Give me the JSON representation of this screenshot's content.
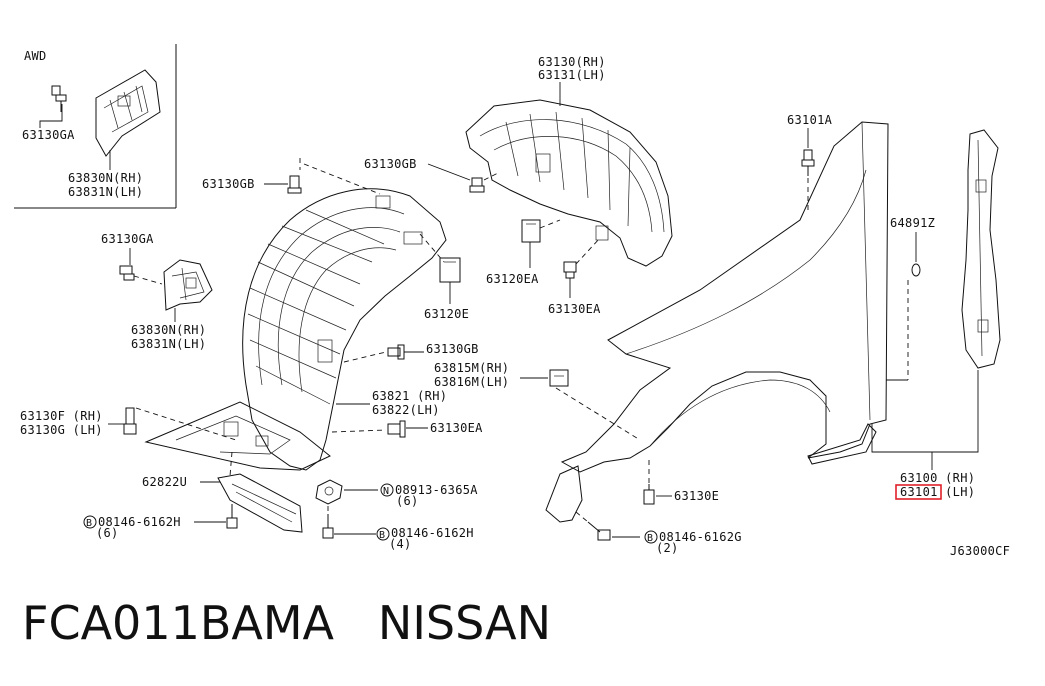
{
  "diagram_code": "J63000CF",
  "footer": {
    "part_number": "FCA011BAMA",
    "brand": "NISSAN"
  },
  "inset": {
    "title": "AWD"
  },
  "labels": {
    "inset_bolt": "63130GA",
    "inset_guard_rh": "63830N(RH)",
    "inset_guard_lh": "63831N(LH)",
    "guard_bolt": "63130GA",
    "guard_rh": "63830N(RH)",
    "guard_lh": "63831N(LH)",
    "clip_gb_top": "63130GB",
    "clip_gb_mid": "63130GB",
    "rear_liner_rh": "63130(RH)",
    "rear_liner_lh": "63131(LH)",
    "clip_gb_rear": "63130GB",
    "bracket_e": "63120E",
    "bracket_ea": "63120EA",
    "clip_ea_rear": "63130EA",
    "clip_fastener": "63130F (RH)",
    "clip_fastener_lh": "63130G (LH)",
    "front_liner_rh": "63821 (RH)",
    "front_liner_lh": "63822(LH)",
    "clip_ea_front": "63130EA",
    "seal_u": "62822U",
    "nut_code": "08913-6365A",
    "nut_qty": "(6)",
    "bolt_h_left_code": "08146-6162H",
    "bolt_h_left_qty": "(6)",
    "bolt_h_mid_code": "08146-6162H",
    "bolt_h_mid_qty": "(4)",
    "fender_clip": "63101A",
    "grommet": "64891Z",
    "protector_rh": "63815M(RH)",
    "protector_lh": "63816M(LH)",
    "clip_e": "63130E",
    "bolt_g_code": "08146-6162G",
    "bolt_g_qty": "(2)",
    "fender_rh": "63100 (RH)",
    "fender_lh": "63101 (LH)",
    "prefix_b": "B",
    "prefix_n": "N"
  },
  "highlight": {
    "target": "63101",
    "color": "#e0202a"
  }
}
